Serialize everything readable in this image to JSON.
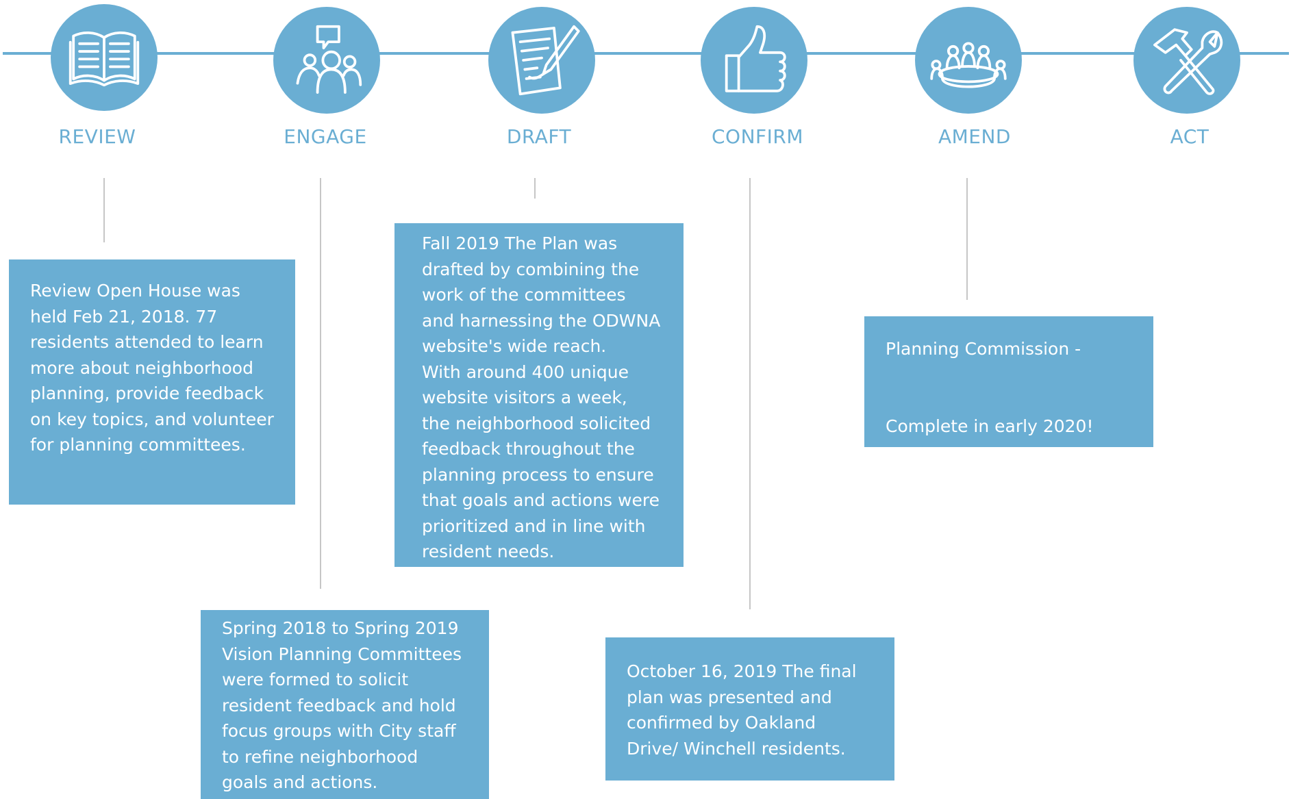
{
  "steps": [
    {
      "id": "review",
      "label": "REVIEW",
      "icon": "open-book-icon"
    },
    {
      "id": "engage",
      "label": "ENGAGE",
      "icon": "people-discussion-icon"
    },
    {
      "id": "draft",
      "label": "DRAFT",
      "icon": "document-pen-icon"
    },
    {
      "id": "confirm",
      "label": "CONFIRM",
      "icon": "thumbs-up-icon"
    },
    {
      "id": "amend",
      "label": "AMEND",
      "icon": "people-around-table-icon"
    },
    {
      "id": "act",
      "label": "ACT",
      "icon": "hammer-wrench-icon"
    }
  ],
  "boxes": {
    "review": "Review Open House was\nheld Feb 21, 2018. 77\nresidents attended to learn\nmore about neighborhood\nplanning, provide feedback\non key topics, and volunteer\nfor planning committees.",
    "engage": "Spring 2018 to Spring 2019\nVision Planning Committees\nwere formed to solicit\nresident feedback and hold\nfocus groups with City staff\nto refine neighborhood\ngoals and actions.",
    "draft": "Fall 2019 The Plan was\ndrafted by combining the\nwork of the committees\nand harnessing the ODWNA\nwebsite's wide reach.\nWith around 400 unique\nwebsite visitors a week,\nthe neighborhood solicited\nfeedback throughout the\nplanning process to ensure\nthat goals and actions were\nprioritized and in line with\nresident needs.",
    "confirm": "October 16, 2019 The final\nplan was presented and\nconfirmed by Oakland\nDrive/ Winchell residents.",
    "amend": "Planning Commission -\n\n\nComplete in early 2020!"
  },
  "colors": {
    "accent": "#6aaed3",
    "connector": "#c6c6c6",
    "box_text": "#ffffff"
  }
}
